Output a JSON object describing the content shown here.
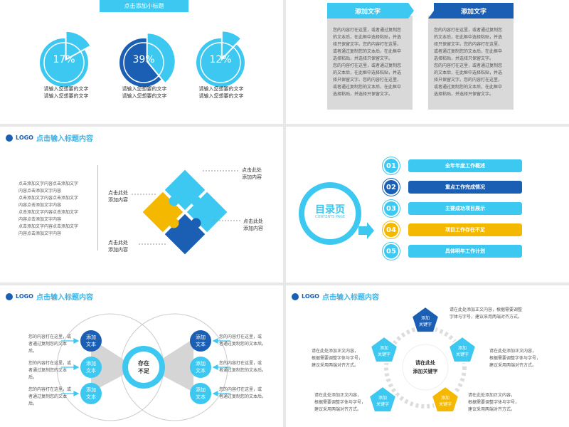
{
  "slide1": {
    "banner": "点击添加小标题",
    "pies": [
      {
        "value": 17,
        "label": "17%",
        "caption1": "请输入您想要的文字",
        "caption2": "请输入您想要的文字"
      },
      {
        "value": 39,
        "label": "39%",
        "caption1": "请输入您想要的文字",
        "caption2": "请输入您想要的文字"
      },
      {
        "value": 12,
        "label": "12%",
        "caption1": "请输入您想要的文字",
        "caption2": "请输入您想要的文字"
      }
    ],
    "colors": {
      "light": "#3cc8f0",
      "dark": "#1a5fb4"
    }
  },
  "slide2": {
    "box_left_title": "添加文字",
    "box_right_title": "添加文字",
    "box_text_lines": [
      "您的内容打在这里，或者通过复制您",
      "的文本后，在此框中选择粘贴，并选",
      "择只保留文字。您的内容打在这里，",
      "或者通过复制您的文本后，在此框中",
      "选择粘贴，并选择只保留文字。",
      "您的内容打在这里，或者通过复制您",
      "的文本后，在此框中选择粘贴，并选",
      "择只保留文字。您的内容打在这里，",
      "或者通过复制您的文本后，在此框中",
      "选择粘贴，并选择只保留文字。"
    ]
  },
  "slide3": {
    "logo": "LOGO",
    "title": "点击输入标题内容",
    "left_text": [
      "点击添加文字内容点击添加文字",
      "内容点击添加文字内容",
      "点击添加文字内容点击添加文字",
      "内容点击添加文字内容",
      "点击添加文字内容点击添加文字",
      "内容点击添加文字内容",
      "点击添加文字内容点击添加文字",
      "内容点击添加文字内容"
    ],
    "label_top_right_1": "点击此处",
    "label_top_right_2": "添加内容",
    "label_left_1": "点击此处",
    "label_left_2": "添加内容",
    "label_right_1": "点击此处",
    "label_right_2": "添加内容",
    "label_bottom_1": "点击此处",
    "label_bottom_2": "添加内容"
  },
  "slide4": {
    "circle_title": "目录页",
    "circle_sub": "CONTENTS PAGE",
    "items": [
      {
        "num": "01",
        "label": "全年年度工作概述",
        "color": "#3cc8f0"
      },
      {
        "num": "02",
        "label": "重点工作完成情况",
        "color": "#1a5fb4"
      },
      {
        "num": "03",
        "label": "主要成功项目展示",
        "color": "#3cc8f0"
      },
      {
        "num": "04",
        "label": "项目工作存在不足",
        "color": "#f5b800"
      },
      {
        "num": "05",
        "label": "具体明年工作计划",
        "color": "#3cc8f0"
      }
    ]
  },
  "slide5": {
    "logo": "LOGO",
    "title": "点击输入标题内容",
    "center_1": "存在",
    "center_2": "不足",
    "node_1": "添加",
    "node_2": "文本",
    "left_texts": [
      [
        "您的内容打在这里，或",
        "者通过复制您的文本后。"
      ],
      [
        "您的内容打在这里，或",
        "者通过复制您的文本后。"
      ],
      [
        "您的内容打在这里，或",
        "者通过复制您的文本后。"
      ]
    ],
    "right_texts": [
      [
        "您的内容打在这里，或",
        "者通过复制您的文本后。"
      ],
      [
        "您的内容打在这里，或",
        "者通过复制您的文本后。"
      ],
      [
        "您的内容打在这里，或",
        "者通过复制您的文本后。"
      ]
    ]
  },
  "slide6": {
    "logo": "LOGO",
    "title": "点击输入标题内容",
    "center_1": "请在此处",
    "center_2": "添加关键字",
    "pent_1": "添加",
    "pent_2": "关键字",
    "texts": [
      [
        "请在此处添加正文内容，根据需要调整",
        "字体与字号，建议采用两端对齐方式。"
      ],
      [
        "请在此处添加正文内容，",
        "根据需要调整字体与字号，",
        "建议采用两端对齐方式。"
      ],
      [
        "请在此处添加正文内容，",
        "根据需要调整字体与字号，",
        "建议采用两端对齐方式。"
      ],
      [
        "请在此处添加正文内容，",
        "根据需要调整字体与字号，",
        "建议采用两端对齐方式。"
      ],
      [
        "请在此处添加正文内容，",
        "根据需要调整字体与字号，",
        "建议采用两端对齐方式。"
      ]
    ]
  }
}
